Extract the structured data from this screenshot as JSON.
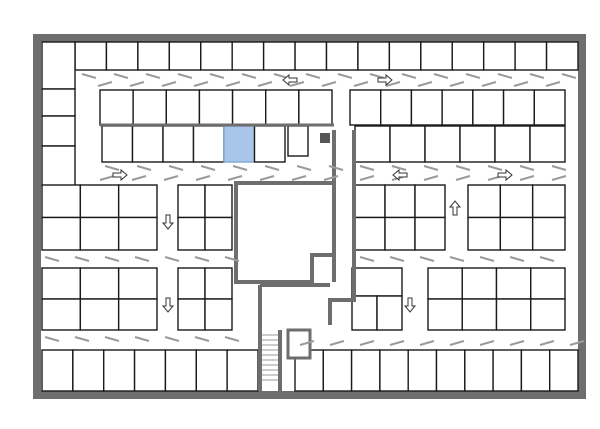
{
  "plan": {
    "wall_color": "#6e6e6e",
    "room_line_color": "#1a1a1a",
    "door_color": "#9a9a9a",
    "highlight_color": "#a9c6e8",
    "highlight_stroke": "#7ea6d6",
    "arrows": [
      {
        "dir": "left"
      },
      {
        "dir": "right"
      },
      {
        "dir": "right"
      },
      {
        "dir": "left"
      },
      {
        "dir": "right"
      },
      {
        "dir": "down"
      },
      {
        "dir": "down"
      },
      {
        "dir": "up"
      },
      {
        "dir": "down"
      }
    ]
  }
}
